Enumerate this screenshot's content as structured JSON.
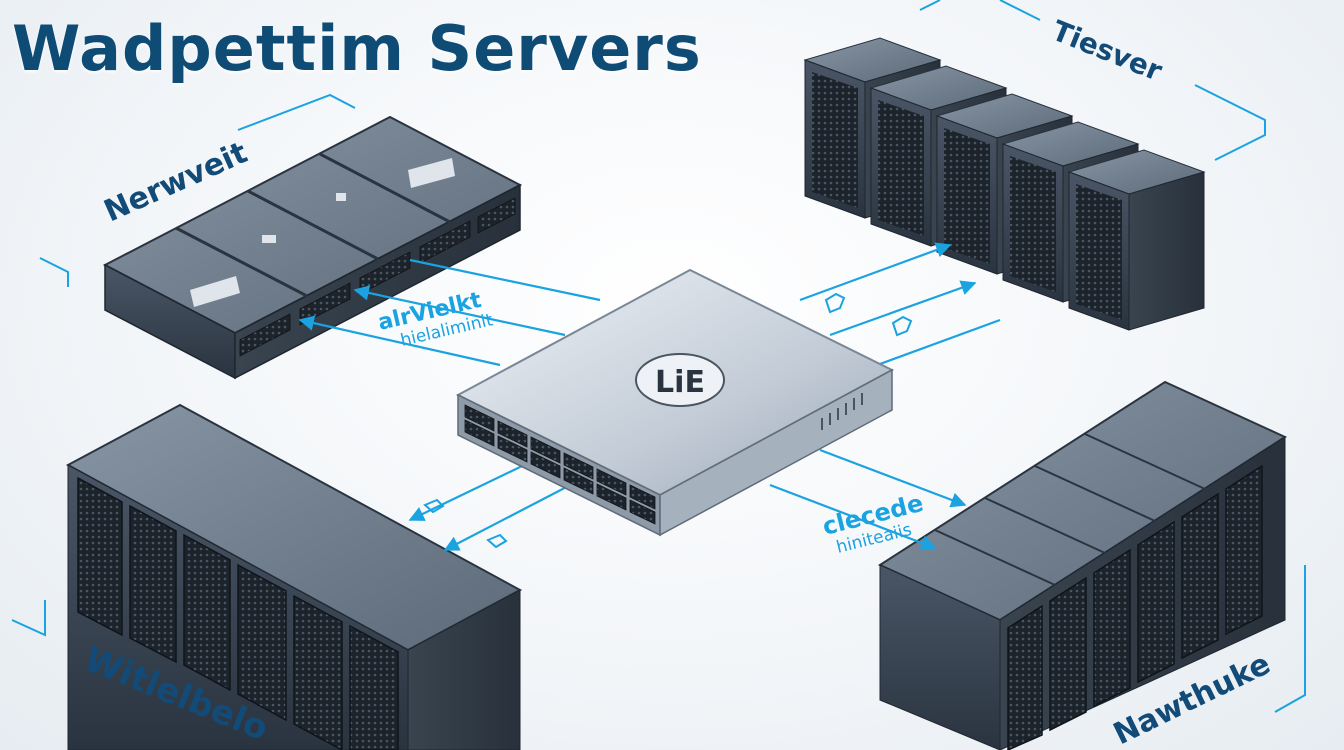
{
  "title": "Wadpettim Servers",
  "labels": {
    "top_left": "Nerwveit",
    "top_right": "Tiesver",
    "bottom_left": "Witlelbelo",
    "bottom_right": "Nawthuke",
    "arrow_upper_left_1": "alrVielkt",
    "arrow_upper_left_2": "hielaliminit",
    "arrow_lower_right_1": "clecede",
    "arrow_lower_right_2": "hiniteaiis",
    "hub_badge": "LiE"
  },
  "colors": {
    "accent": "#1aa3e0",
    "title": "#0f4c75",
    "label": "#124a78",
    "server_dark": "#2f3b4a",
    "hub_silver": "#b7c2cf"
  }
}
